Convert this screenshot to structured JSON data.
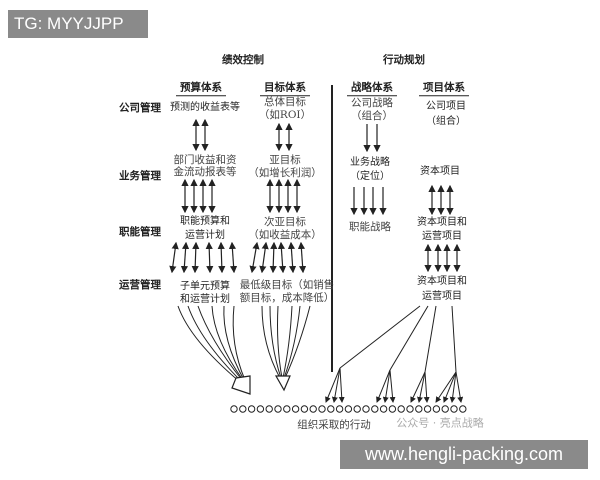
{
  "overlay_label": "TG: MYYJJPP",
  "footer_url": "www.hengli-packing.com",
  "watermark": "公众号 · 亮点战略",
  "sections": {
    "left": "绩效控制",
    "right": "行动规划"
  },
  "rows": [
    "公司管理",
    "业务管理",
    "职能管理",
    "运营管理"
  ],
  "columns": {
    "budget": {
      "title": "预算体系",
      "items": [
        "预测的收益表等",
        "部门收益和资",
        "金流动报表等",
        "职能预算和",
        "运营计划",
        "子单元预算",
        "和运营计划"
      ]
    },
    "goal": {
      "title": "目标体系",
      "items": [
        "总体目标",
        "（如ROI）",
        "亚目标",
        "（如增长利润）",
        "次亚目标",
        "（如收益成本）",
        "最低级目标（如销售",
        "额目标，成本降低）"
      ]
    },
    "strategy": {
      "title": "战略体系",
      "items": [
        "公司战略",
        "（组合）",
        "业务战略",
        "（定位）",
        "职能战略"
      ]
    },
    "project": {
      "title": "项目体系",
      "items": [
        "公司项目",
        "（组合）",
        "资本项目",
        "资本项目和",
        "运营项目",
        "资本项目和",
        "运营项目"
      ]
    }
  },
  "bottom_label": "组织采取的行动"
}
